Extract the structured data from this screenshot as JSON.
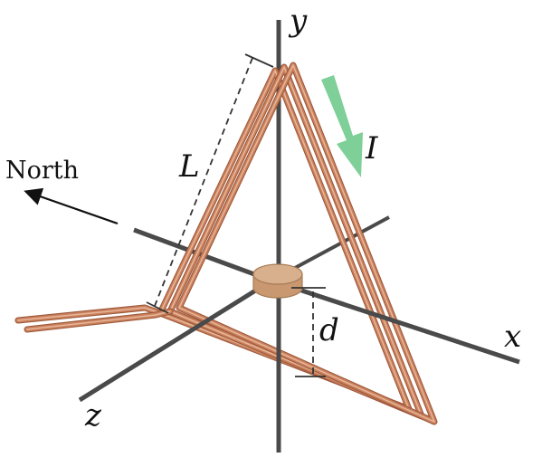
{
  "labels": {
    "y_axis": "y",
    "x_axis": "x",
    "z_axis": "z",
    "north": "North",
    "length": "L",
    "current": "I",
    "distance": "d"
  },
  "colors": {
    "axis": "#4a4a4a",
    "wire": "#c9805c",
    "wire_edge": "#9a5538",
    "wire_highlight": "#e8b69a",
    "arrow_current": "#7fcf98",
    "compass": "#d9b08d",
    "compass_edge": "#a67b55",
    "dashed": "#333333"
  }
}
